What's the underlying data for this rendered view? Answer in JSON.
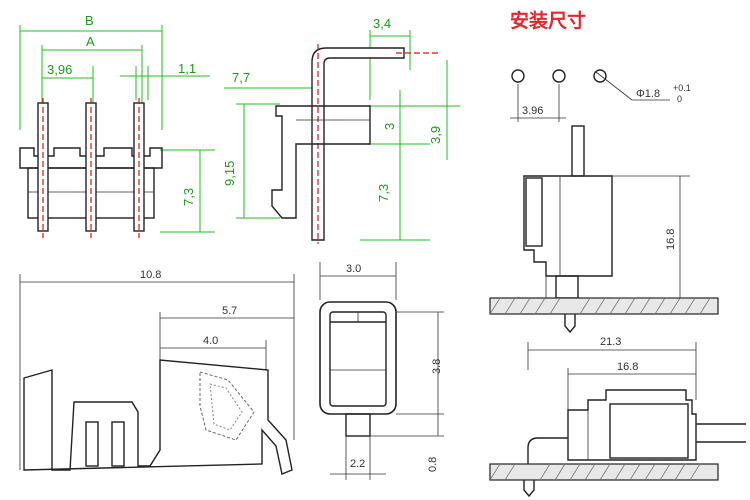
{
  "title": "安装尺寸",
  "header_view": {
    "dim_B": "B",
    "dim_A": "A",
    "dim_pitch": "3,96",
    "dim_pin": "1,1",
    "dim_height": "7,3"
  },
  "side_view": {
    "dim_top": "3,4",
    "dim_left": "7,7",
    "dim_total": "9,15",
    "dim_3": "3",
    "dim_39": "3,9",
    "dim_73": "7,3"
  },
  "pcb_layout": {
    "pitch": "3.96",
    "hole_label": "Φ1.8",
    "tol_plus": "+0.1",
    "tol_minus": "0"
  },
  "install_vertical": {
    "height": "16.8"
  },
  "install_horizontal": {
    "length": "21.3",
    "depth": "16.8"
  },
  "terminal": {
    "len_total": "10.8",
    "len_57": "5.7",
    "len_40": "4.0"
  },
  "housing_section": {
    "width": "3.0",
    "height": "3.8",
    "bottom_w": "2.2",
    "bottom_h": "0.8"
  }
}
